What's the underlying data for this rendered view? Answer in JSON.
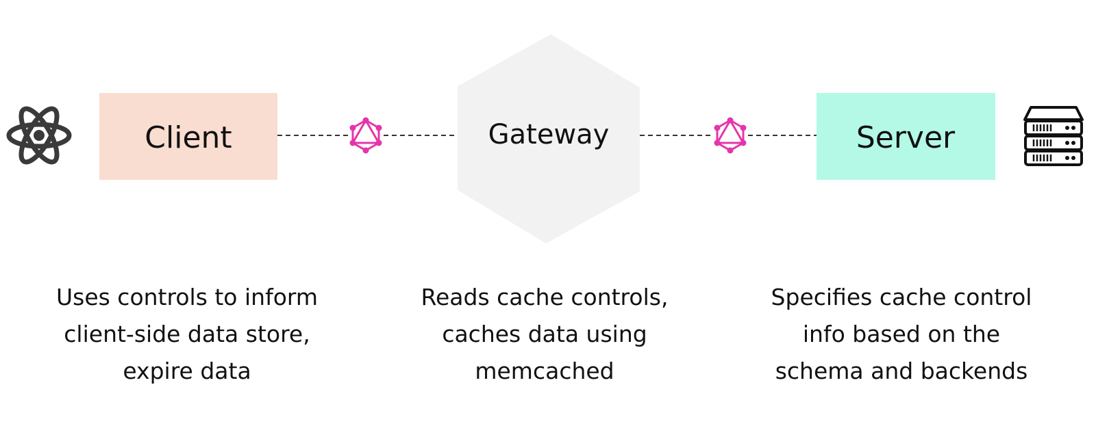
{
  "nodes": {
    "client": {
      "label": "Client",
      "fill": "#f9ddd0",
      "icon": "react-atom-icon",
      "description": [
        "Uses controls to inform",
        "client-side data store,",
        "expire data"
      ]
    },
    "gateway": {
      "label": "Gateway",
      "fill": "#f2f2f2",
      "description": [
        "Reads cache controls,",
        "caches data using",
        "memcached"
      ]
    },
    "server": {
      "label": "Server",
      "fill": "#b3f9e6",
      "icon": "server-rack-icon",
      "description": [
        "Specifies cache control",
        "info based on the",
        "schema and backends"
      ]
    }
  },
  "connectors": {
    "icon": "graphql-logo-icon",
    "color": "#e535ab",
    "line_color": "#333333"
  }
}
